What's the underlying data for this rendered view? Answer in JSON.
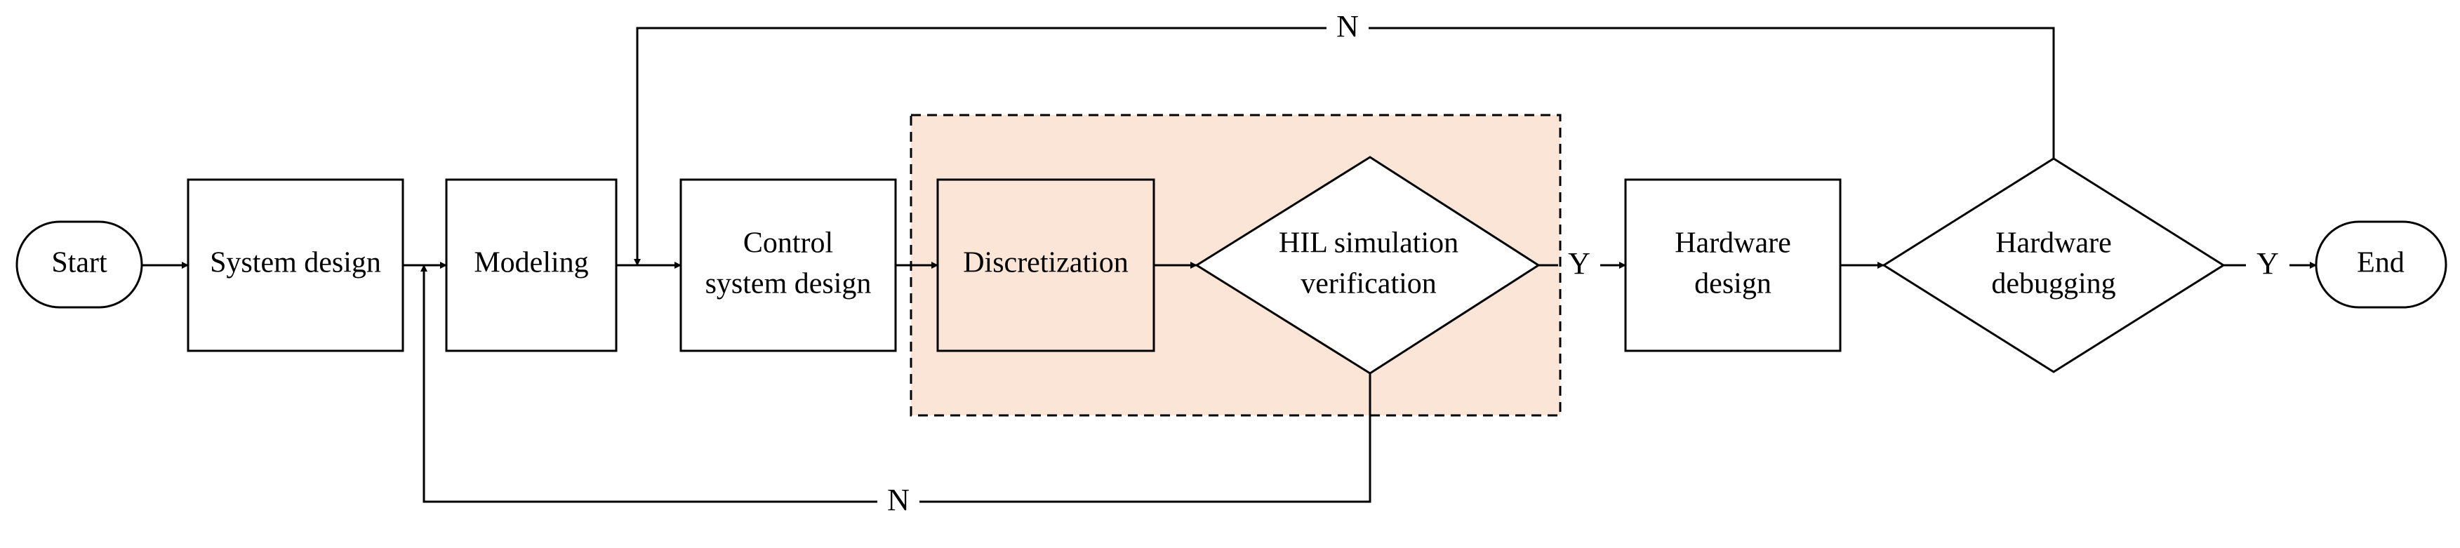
{
  "diagram": {
    "highlight_fill": "#fbe5d6",
    "nodes": {
      "start": "Start",
      "system_design": "System design",
      "modeling": "Modeling",
      "control_line1": "Control",
      "control_line2": "system design",
      "discretization": "Discretization",
      "hil_line1": "HIL simulation",
      "hil_line2": "verification",
      "hardware_design_line1": "Hardware",
      "hardware_design_line2": "design",
      "hardware_debug_line1": "Hardware",
      "hardware_debug_line2": "debugging",
      "end": "End"
    },
    "edges": {
      "hil_yes": "Y",
      "hil_no": "N",
      "debug_yes": "Y",
      "debug_no": "N"
    }
  }
}
